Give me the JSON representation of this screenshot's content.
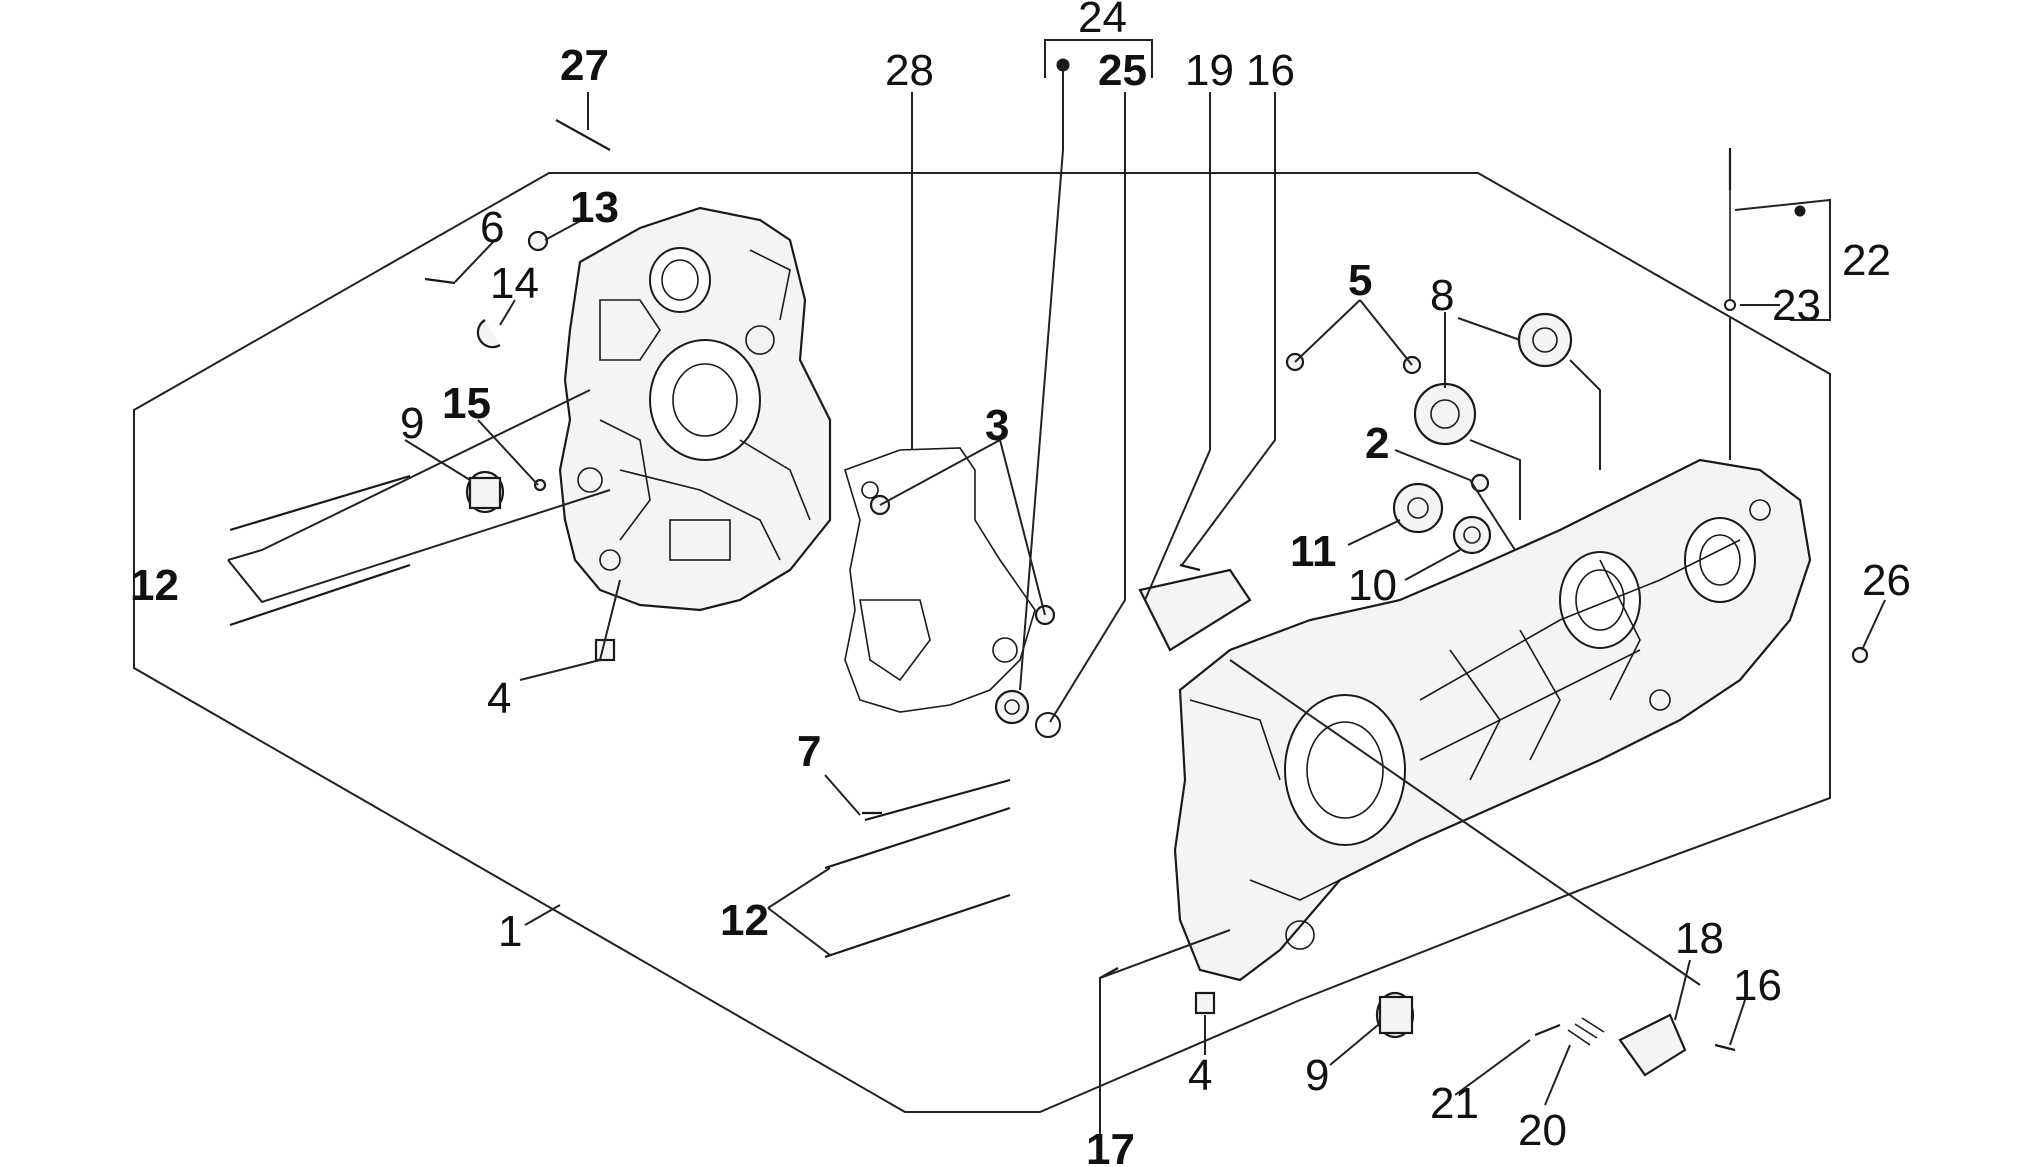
{
  "callouts": {
    "c1": "1",
    "c2": "2",
    "c3": "3",
    "c4a": "4",
    "c4b": "4",
    "c5": "5",
    "c6": "6",
    "c7": "7",
    "c8": "8",
    "c9a": "9",
    "c9b": "9",
    "c10": "10",
    "c11": "11",
    "c12a": "12",
    "c12b": "12",
    "c13": "13",
    "c14": "14",
    "c15": "15",
    "c16a": "16",
    "c16b": "16",
    "c17": "17",
    "c18": "18",
    "c19": "19",
    "c20": "20",
    "c21": "21",
    "c22": "22",
    "c23": "23",
    "c24": "24",
    "c25": "25",
    "c26": "26",
    "c27": "27",
    "c28": "28"
  }
}
